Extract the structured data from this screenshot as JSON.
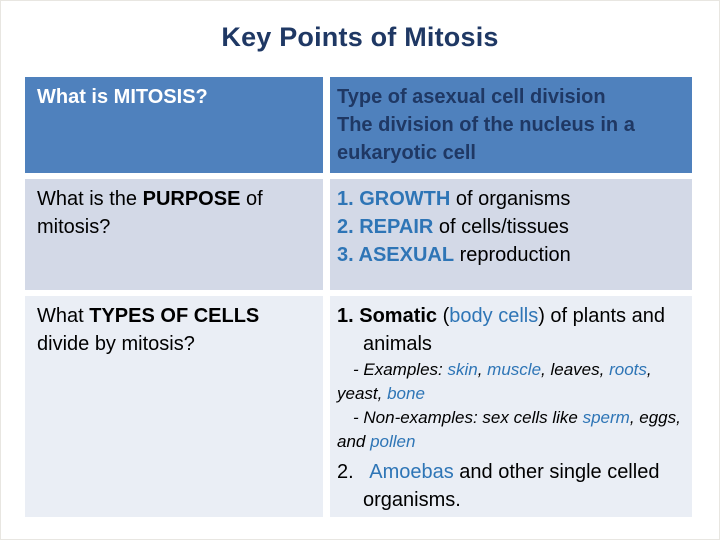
{
  "title": "Key Points of Mitosis",
  "colors": {
    "title_navy": "#1F3864",
    "header_blue": "#4F81BD",
    "row2_bg": "#D3D9E7",
    "row3_bg": "#EAEEF5",
    "accent_blue": "#2E75B6",
    "header_left_text": "#FFFFFF",
    "header_right_text": "#1F3864"
  },
  "table": {
    "row1": {
      "q": [
        {
          "t": "What is MITOSIS?",
          "s": ""
        }
      ],
      "a1": [
        {
          "t": "Type of asexual cell division",
          "s": ""
        }
      ],
      "a2": [
        {
          "t": "The division of the nucleus in a eukaryotic cell",
          "s": ""
        }
      ]
    },
    "row2": {
      "q": [
        {
          "t": "What is the ",
          "s": ""
        },
        {
          "t": "PURPOSE",
          "s": "b"
        },
        {
          "t": " of mitosis?",
          "s": ""
        }
      ],
      "i1": [
        {
          "t": "1. GROWTH",
          "s": "b blue"
        },
        {
          "t": " of organisms",
          "s": ""
        }
      ],
      "i2": [
        {
          "t": "2. REPAIR",
          "s": "b blue"
        },
        {
          "t": " of cells/tissues",
          "s": ""
        }
      ],
      "i3": [
        {
          "t": "3. ASEXUAL",
          "s": "b blue"
        },
        {
          "t": " reproduction",
          "s": ""
        }
      ]
    },
    "row3": {
      "q": [
        {
          "t": "What ",
          "s": ""
        },
        {
          "t": "TYPES OF CELLS",
          "s": "b"
        },
        {
          "t": " divide by mitosis?",
          "s": ""
        }
      ],
      "item1": [
        {
          "t": "1. ",
          "s": "b"
        },
        {
          "t": "Somatic",
          "s": "b"
        },
        {
          "t": " (",
          "s": ""
        },
        {
          "t": "body cells",
          "s": "blue"
        },
        {
          "t": ") of plants and animals",
          "s": ""
        }
      ],
      "ex1": [
        {
          "t": "- Examples: ",
          "s": "i"
        },
        {
          "t": "skin",
          "s": "i blue"
        },
        {
          "t": ", ",
          "s": "i"
        },
        {
          "t": "muscle",
          "s": "i blue"
        },
        {
          "t": ", leaves, ",
          "s": "i"
        },
        {
          "t": "roots",
          "s": "i blue"
        },
        {
          "t": ", yeast, ",
          "s": "i"
        },
        {
          "t": "bone",
          "s": "i blue"
        }
      ],
      "ex2": [
        {
          "t": "- Non-examples: sex cells like ",
          "s": "i"
        },
        {
          "t": "sperm",
          "s": "i blue"
        },
        {
          "t": ", eggs, and ",
          "s": "i"
        },
        {
          "t": "pollen",
          "s": "i blue"
        }
      ],
      "item2": [
        {
          "t": "2.   ",
          "s": ""
        },
        {
          "t": "Amoebas",
          "s": "blue"
        },
        {
          "t": " and other single celled organisms.",
          "s": ""
        }
      ]
    }
  }
}
